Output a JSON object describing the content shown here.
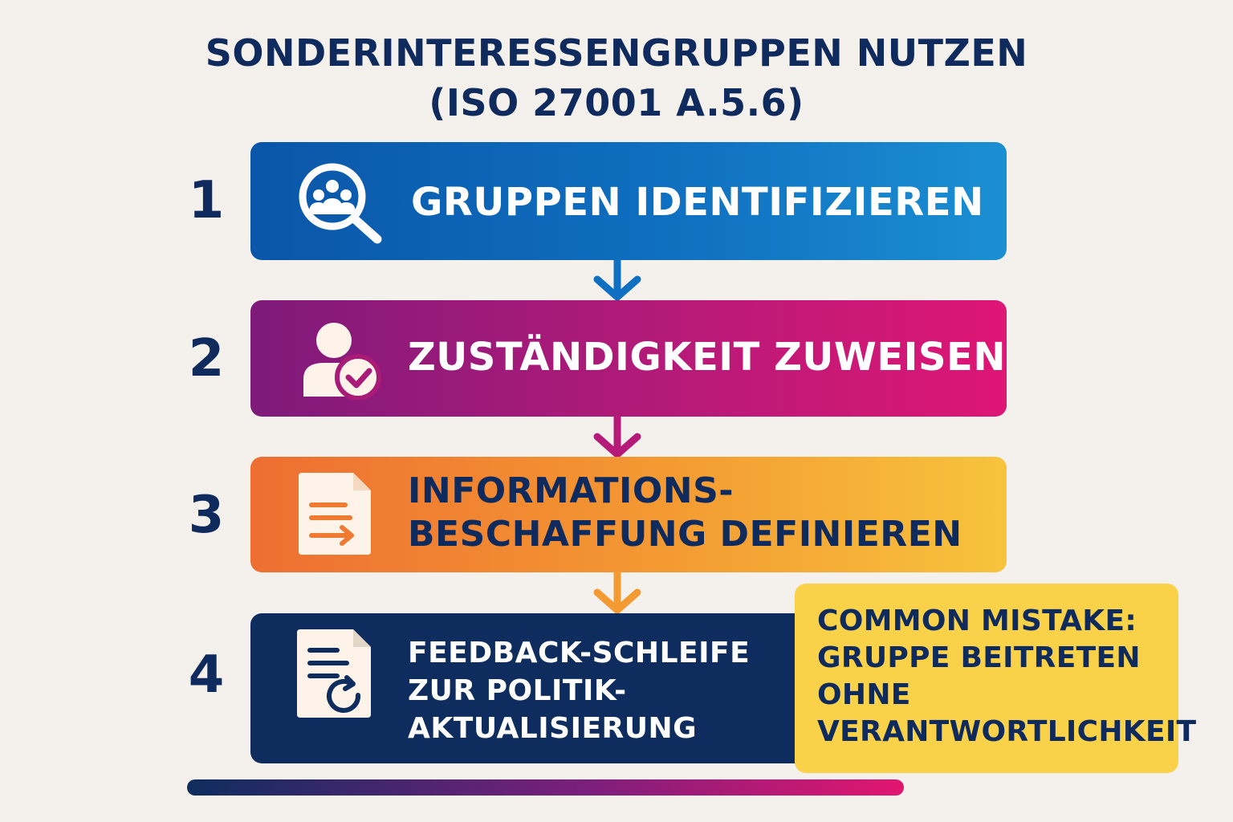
{
  "title": {
    "line1": "SONDERINTERESSENGRUPPEN NUTZEN",
    "line2": "(ISO 27001 A.5.6)"
  },
  "steps": [
    {
      "number": "1",
      "label": "GRUPPEN IDENTIFIZIEREN",
      "icon": "magnifier-people-icon",
      "color_start": "#0a56a8",
      "color_end": "#1b8fd2"
    },
    {
      "number": "2",
      "label": "ZUSTÄNDIGKEIT ZUWEISEN",
      "icon": "user-check-icon",
      "color_start": "#7e1a7a",
      "color_end": "#de1675"
    },
    {
      "number": "3",
      "label": "INFORMATIONS-BESCHAFFUNG DEFINIEREN",
      "label_lines": [
        "INFORMATIONS-",
        "BESCHAFFUNG DEFINIEREN"
      ],
      "icon": "document-arrow-icon",
      "color_start": "#ee6e32",
      "color_end": "#f7c33c"
    },
    {
      "number": "4",
      "label": "FEEDBACK-SCHLEIFE ZUR POLITIK-AKTUALISIERUNG",
      "label_lines": [
        "FEEDBACK-SCHLEIFE",
        "ZUR POLITIK-",
        "AKTUALISIERUNG"
      ],
      "icon": "document-refresh-icon",
      "color_start": "#0e2d5e",
      "color_end": "#0e2d5e"
    }
  ],
  "callout": {
    "text": "COMMON MISTAKE: GRUPPE BEITRETEN OHNE VERANTWORTLICHKEIT",
    "lines": [
      "COMMON MISTAKE:",
      "GRUPPE BEITRETEN",
      "OHNE",
      "VERANTWORTLICHKEIT"
    ],
    "background": "#f9d24a"
  },
  "colors": {
    "navy": "#0f2a5c",
    "background": "#f4f1ec",
    "arrow1": "#0f6fc0",
    "arrow2": "#b51a78",
    "arrow3": "#f39a32"
  }
}
